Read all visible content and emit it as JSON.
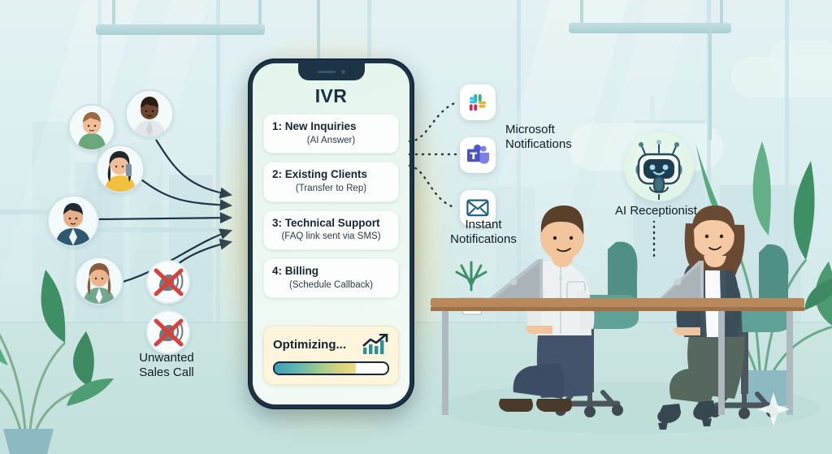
{
  "scene": {
    "title": "AI Receptionist IVR call routing illustration",
    "accent_yellow": "#ffd452",
    "phone_frame": "#1d3446",
    "screen_bg": "#eaf7f0"
  },
  "phone": {
    "title": "IVR",
    "menu": [
      {
        "main": "1: New Inquiries",
        "sub": "(AI Answer)"
      },
      {
        "main": "2: Existing Clients",
        "sub": "(Transfer to Rep)"
      },
      {
        "main": "3: Technical Support",
        "sub": "(FAQ link sent via SMS)"
      },
      {
        "main": "4: Billing",
        "sub": "(Schedule Callback)"
      }
    ],
    "optimizing": {
      "label": "Optimizing...",
      "icon": "chart-up-icon",
      "progress_percent": 72
    }
  },
  "callers": {
    "label": "Unwanted Sales Call",
    "blocked_icon": "blocked-call-icon",
    "people": [
      {
        "name": "caller-1"
      },
      {
        "name": "caller-2"
      },
      {
        "name": "caller-3"
      },
      {
        "name": "caller-4"
      },
      {
        "name": "caller-5"
      }
    ]
  },
  "notifications": {
    "apps": [
      {
        "icon": "slack-icon",
        "name": "slack"
      },
      {
        "icon": "ms-teams-icon",
        "name": "microsoft-teams"
      },
      {
        "icon": "envelope-icon",
        "name": "email"
      }
    ],
    "microsoft_label_line1": "Microsoft",
    "microsoft_label_line2": "Notifications",
    "instant_label_line1": "Instant",
    "instant_label_line2": "Notifications"
  },
  "ai": {
    "label": "AI Receptionist",
    "icon": "robot-icon"
  },
  "office": {
    "worker_left": "male-agent-at-laptop",
    "worker_right": "female-agent-at-laptop",
    "plant_desk": "desk-plant",
    "plant_left": "floor-plant-left",
    "plant_right": "floor-plant-right"
  }
}
